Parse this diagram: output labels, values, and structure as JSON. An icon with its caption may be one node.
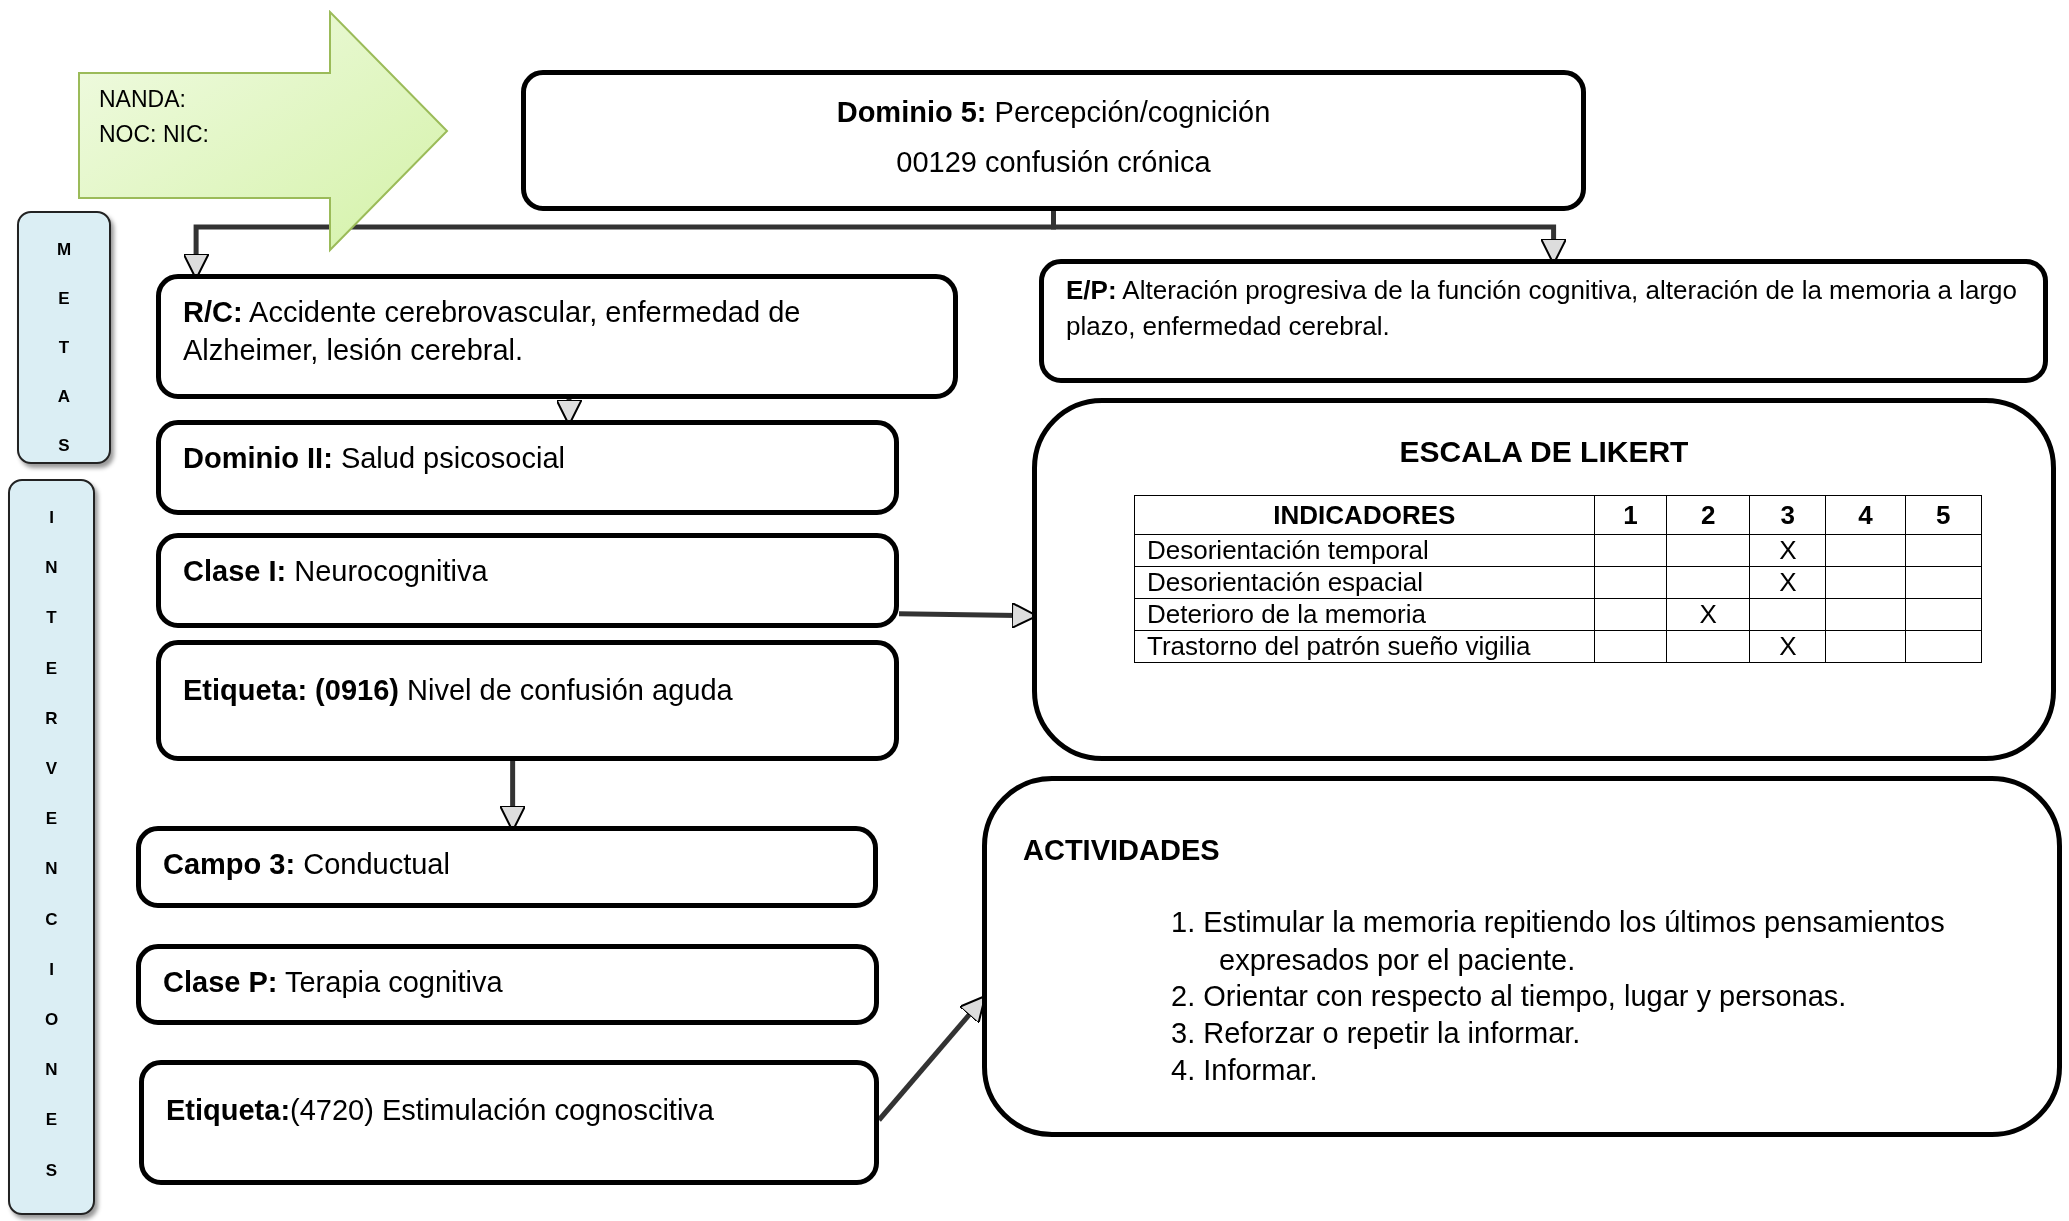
{
  "diagram": {
    "nodes": [
      {
        "text": [
          "NANDA: NOC: NIC:"
        ]
      },
      {
        "text": [
          "**Dominio 5:** Percepción/cognición",
          "00129 confusión crónica"
        ]
      },
      {
        "text": [
          "M E T A S"
        ]
      },
      {
        "text": [
          "**R/C:** Accidente cerebrovascular, enfermedad de Alzheimer, lesión cerebral."
        ]
      },
      {
        "text": [
          "**E/P:** Alteración progresiva de la función cognitiva, alteración de la memoria a largo plazo, enfermedad cerebral."
        ]
      },
      {
        "text": [
          "**Dominio II:** Salud psicosocial"
        ]
      },
      {
        "text": [
          "**Clase I:** Neurocognitiva"
        ]
      },
      {
        "text": [
          "ESCALA DE LIKERT"
        ]
      },
      {
        "text": [
          "I N T E R V E N C I O N E S"
        ]
      },
      {
        "text": [
          "**Etiqueta: (0916)** Nivel de confusión aguda"
        ]
      },
      {
        "text": [
          "**Campo 3:** Conductual"
        ]
      },
      {
        "text": [
          "**Clase P:** Terapia cognitiva"
        ]
      },
      {
        "text": [
          "**Etiqueta:**(4720) Estimulación cognoscitiva"
        ]
      },
      {
        "text": [
          "ACTIVIDADES",
          "1. Estimular la memoria repitiendo los últimos pensamientos expresados por el paciente.",
          "2. Orientar con respecto al tiempo, lugar y personas.",
          "3. Reforzar o repetir la informar.",
          "4. Informar."
        ]
      }
    ],
    "edges": [
      {
        "from": 1,
        "to": 3,
        "arrow": "to"
      },
      {
        "from": 1,
        "to": 4,
        "arrow": "to"
      },
      {
        "from": 3,
        "to": 5,
        "arrow": "to"
      },
      {
        "from": 6,
        "to": 7,
        "arrow": "to"
      },
      {
        "from": 9,
        "to": 10,
        "arrow": "to"
      },
      {
        "from": 12,
        "to": 13,
        "arrow": "to"
      }
    ],
    "labels": [
      "INDICADORES",
      "1",
      "2",
      "3",
      "4",
      "5",
      "Desorientación temporal",
      "X",
      "Desorientación espacial",
      "X",
      "Deterioro de la memoria",
      "X",
      "Trastorno del patrón sueño vigilia",
      "X"
    ]
  }
}
